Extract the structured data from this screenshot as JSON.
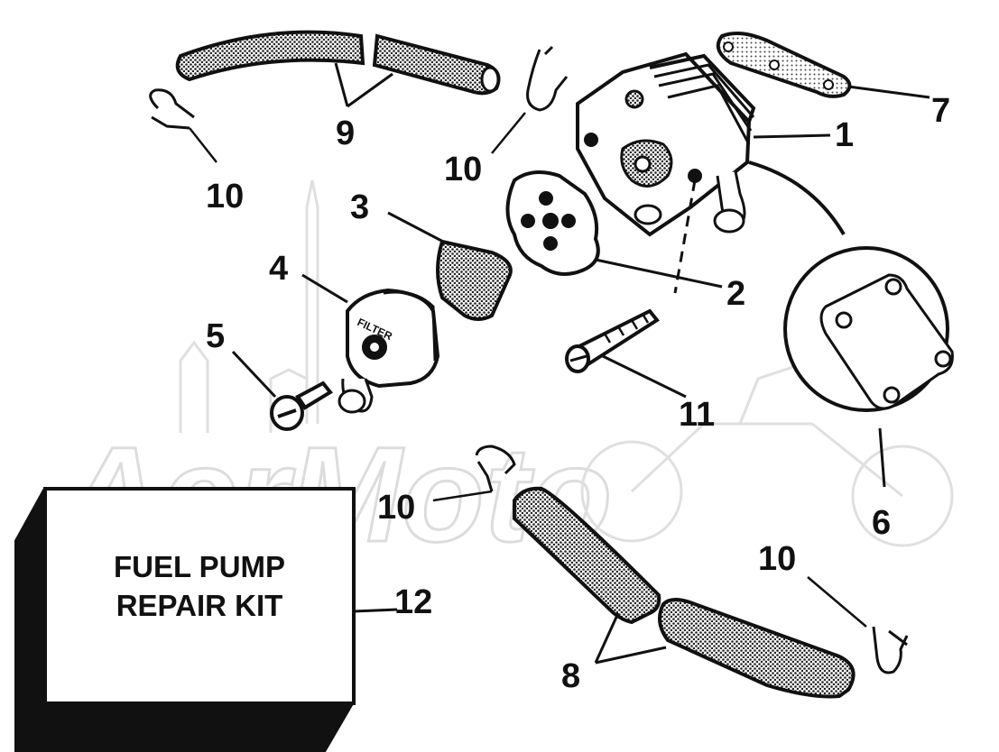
{
  "watermark": {
    "text": "AcrMoto",
    "color": "#d9d9d9"
  },
  "kit": {
    "line1": "FUEL PUMP",
    "line2": "REPAIR KIT"
  },
  "filter_cap_text": "FILTER",
  "callouts": {
    "pump": "1",
    "diaphragm": "2",
    "filter_element": "3",
    "filter_cap": "4",
    "cap_screw": "5",
    "detail_view": "6",
    "gasket": "7",
    "hose_lower": "8",
    "hose_upper": "9",
    "clamp_upper_left": "10",
    "clamp_upper_right": "10",
    "clamp_lower_left": "10",
    "clamp_lower_right": "10",
    "pump_screw": "11",
    "repair_kit": "12"
  },
  "colors": {
    "ink": "#111111",
    "hatch": "#777777"
  }
}
